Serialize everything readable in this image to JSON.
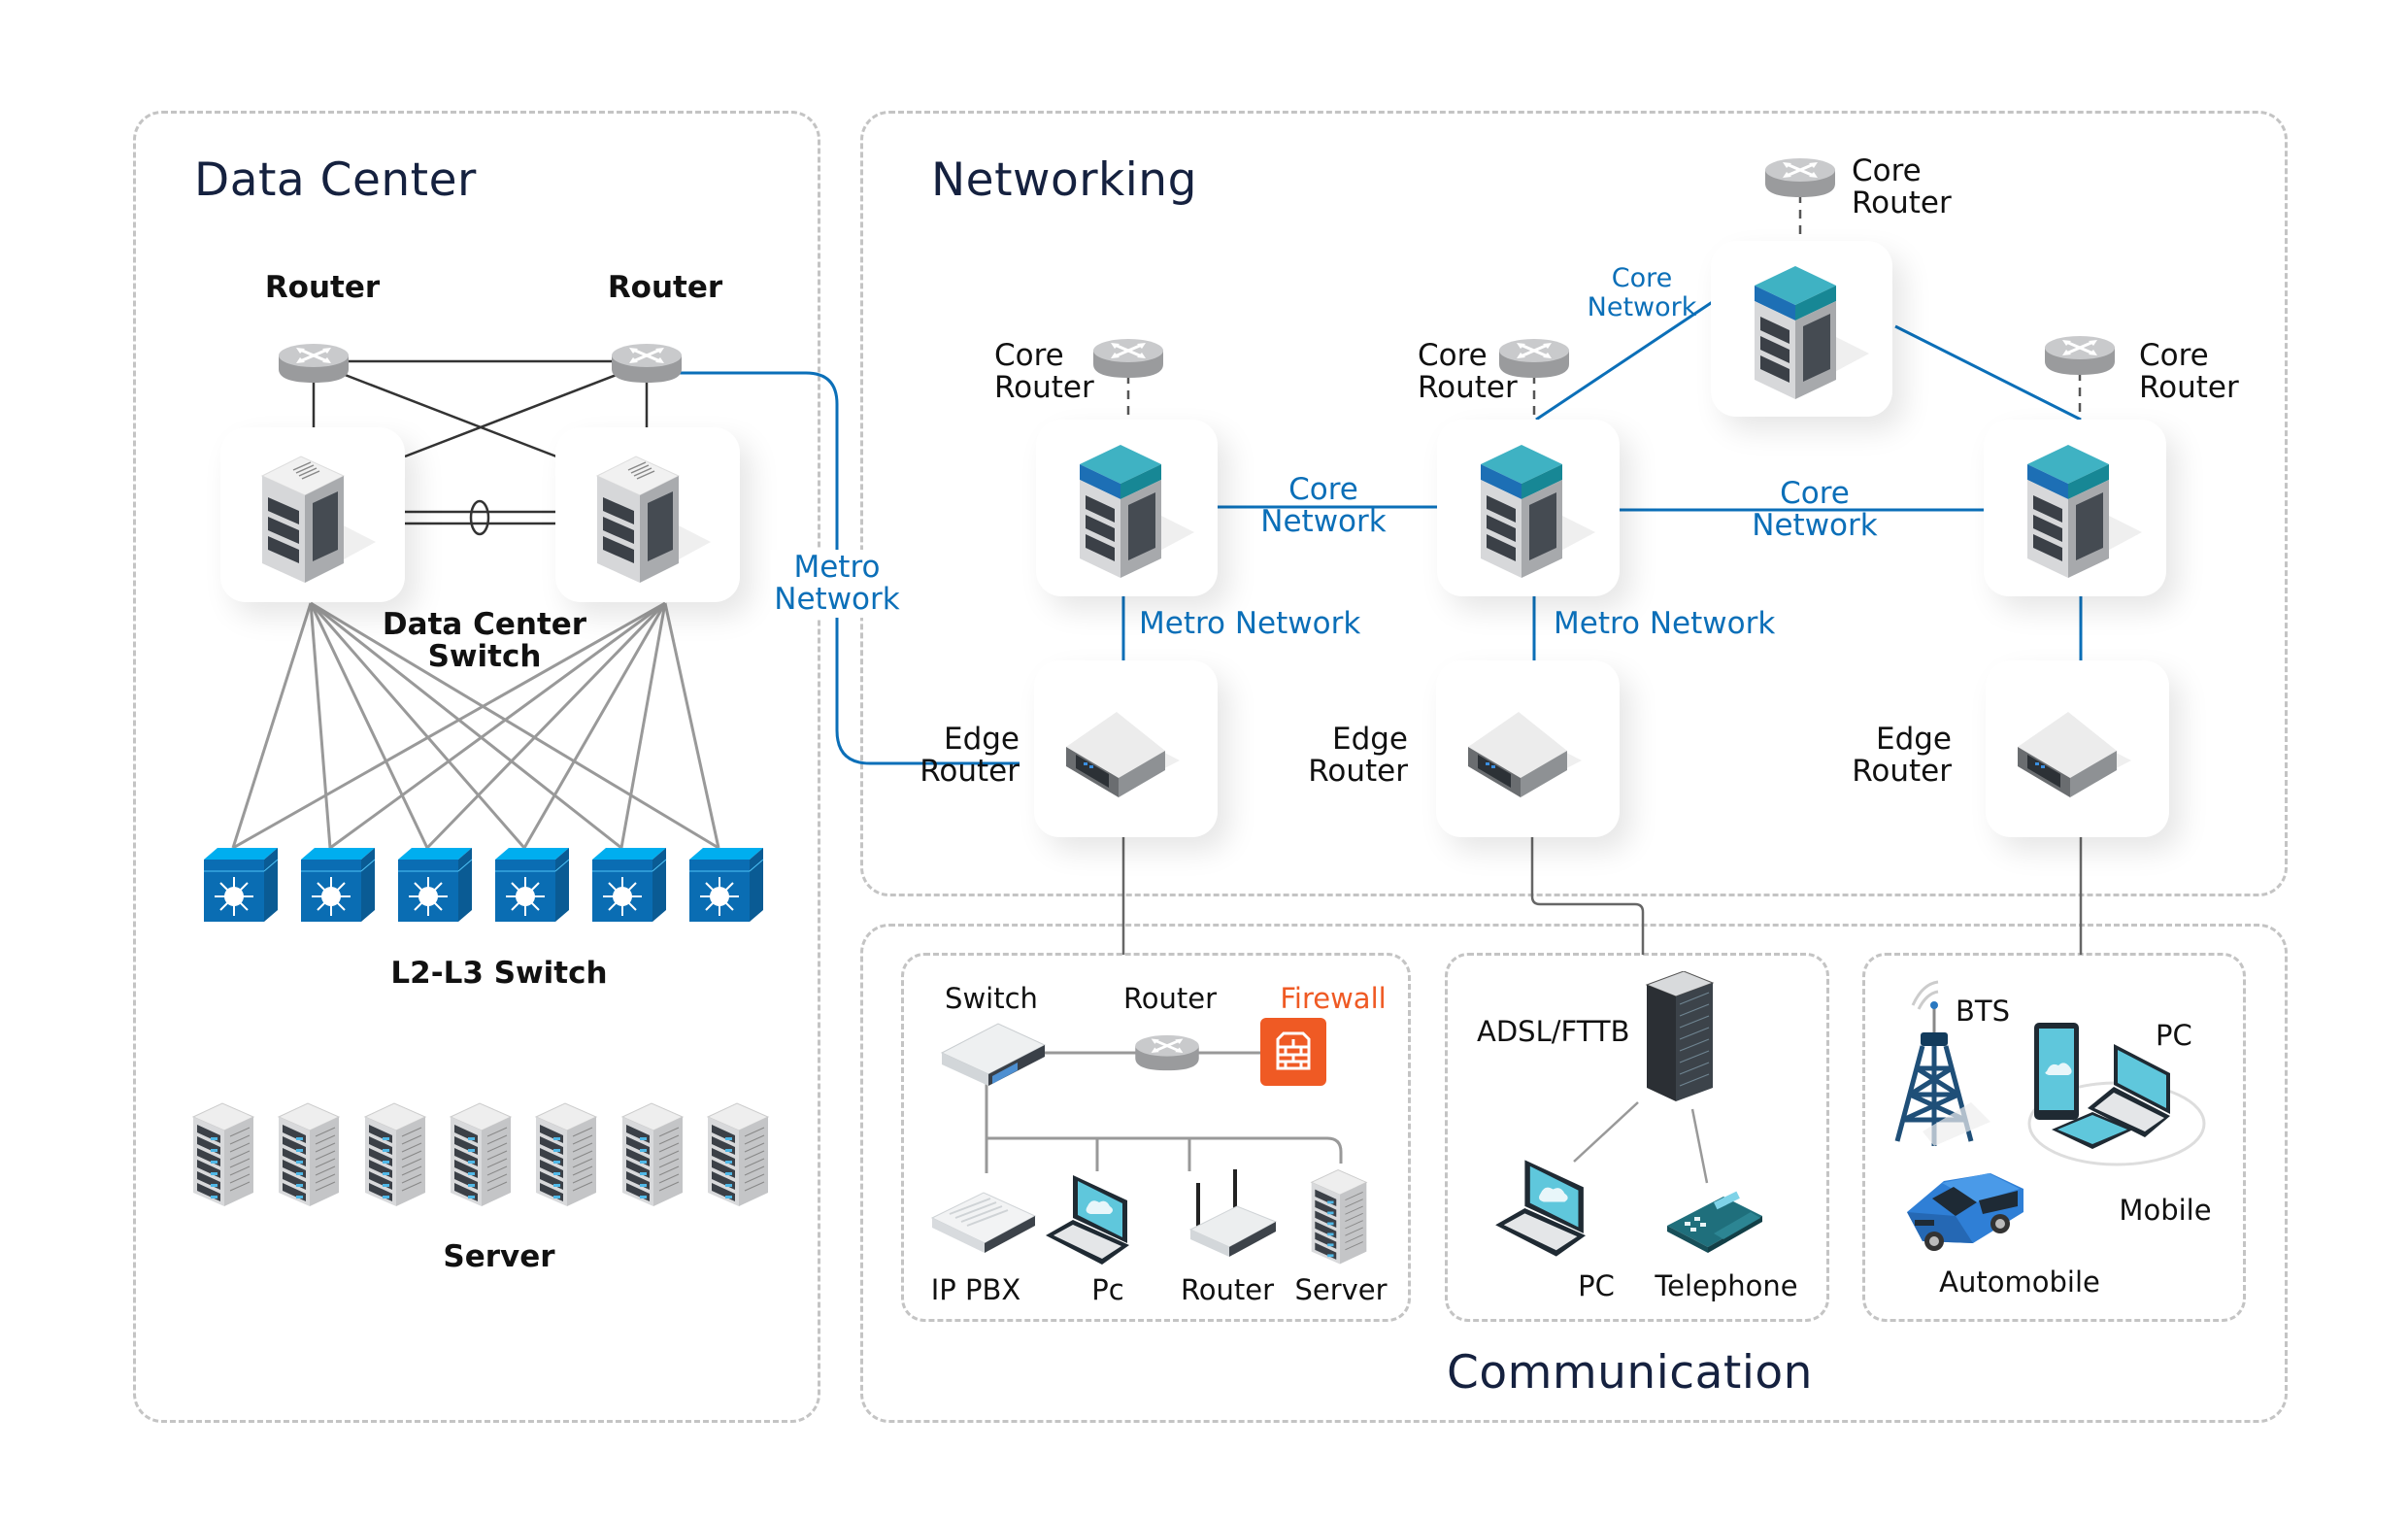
{
  "regions": {
    "data_center": {
      "title": "Data Center",
      "router_labels": [
        "Router",
        "Router"
      ],
      "switch_label_line1": "Data Center",
      "switch_label_line2": "Switch",
      "l2l3_label": "L2-L3 Switch",
      "l2l3_count": 6,
      "server_label": "Server",
      "server_count": 7
    },
    "networking": {
      "title": "Networking",
      "metro_link_line1": "Metro",
      "metro_link_line2": "Network",
      "core_routers": [
        {
          "line1": "Core",
          "line2": "Router"
        },
        {
          "line1": "Core",
          "line2": "Router"
        },
        {
          "line1": "Core",
          "line2": "Router"
        },
        {
          "line1": "Core",
          "line2": "Router"
        }
      ],
      "core_links": [
        {
          "line1": "Core",
          "line2": "Network"
        },
        {
          "line1": "Core",
          "line2": "Network"
        },
        {
          "line1": "Core",
          "line2": "Network"
        }
      ],
      "metro_links": [
        "Metro Network",
        "Metro Network"
      ],
      "edge_routers": [
        {
          "line1": "Edge",
          "line2": "Router"
        },
        {
          "line1": "Edge",
          "line2": "Router"
        },
        {
          "line1": "Edge",
          "line2": "Router"
        }
      ]
    },
    "communication": {
      "title": "Communication",
      "enterprise": {
        "switch": "Switch",
        "router": "Router",
        "firewall": "Firewall",
        "ip_pbx": "IP PBX",
        "pc": "Pc",
        "wifi_router": "Router",
        "server": "Server"
      },
      "broadband": {
        "access": "ADSL/FTTB",
        "pc": "PC",
        "telephone": "Telephone"
      },
      "mobile": {
        "bts": "BTS",
        "pc": "PC",
        "mobile": "Mobile",
        "automobile": "Automobile"
      }
    }
  },
  "colors": {
    "title": "#15213f",
    "link_blue": "#0b6fb8",
    "firewall_orange": "#ef5a24",
    "switch_blue": "#0a6db3",
    "dashed_border": "#c4c4c4"
  }
}
